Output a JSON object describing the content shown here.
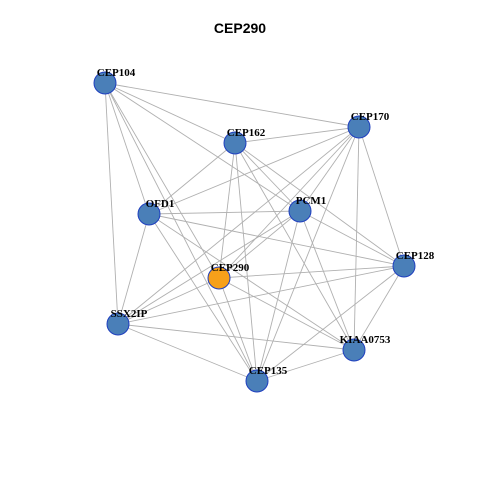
{
  "title": "CEP290",
  "colors": {
    "node_fill": "#4a7fb8",
    "highlight_fill": "#f6a01a",
    "node_stroke": "#1f3fbf",
    "edge": "#b0b0b0"
  },
  "nodes": [
    {
      "id": "CEP104",
      "label": "CEP104",
      "highlight": false
    },
    {
      "id": "CEP162",
      "label": "CEP162",
      "highlight": false
    },
    {
      "id": "CEP170",
      "label": "CEP170",
      "highlight": false
    },
    {
      "id": "OFD1",
      "label": "OFD1",
      "highlight": false
    },
    {
      "id": "PCM1",
      "label": "PCM1",
      "highlight": false
    },
    {
      "id": "CEP290",
      "label": "CEP290",
      "highlight": true
    },
    {
      "id": "CEP128",
      "label": "CEP128",
      "highlight": false
    },
    {
      "id": "SSX2IP",
      "label": "SSX2IP",
      "highlight": false
    },
    {
      "id": "KIAA0753",
      "label": "KIAA0753",
      "highlight": false
    },
    {
      "id": "CEP135",
      "label": "CEP135",
      "highlight": false
    }
  ],
  "edges": [
    [
      "CEP104",
      "CEP170"
    ],
    [
      "CEP104",
      "CEP162"
    ],
    [
      "CEP104",
      "OFD1"
    ],
    [
      "CEP104",
      "PCM1"
    ],
    [
      "CEP104",
      "CEP290"
    ],
    [
      "CEP104",
      "SSX2IP"
    ],
    [
      "CEP104",
      "CEP135"
    ],
    [
      "CEP162",
      "CEP170"
    ],
    [
      "CEP162",
      "OFD1"
    ],
    [
      "CEP162",
      "PCM1"
    ],
    [
      "CEP162",
      "CEP290"
    ],
    [
      "CEP162",
      "CEP128"
    ],
    [
      "CEP162",
      "KIAA0753"
    ],
    [
      "CEP162",
      "CEP135"
    ],
    [
      "CEP170",
      "OFD1"
    ],
    [
      "CEP170",
      "PCM1"
    ],
    [
      "CEP170",
      "CEP290"
    ],
    [
      "CEP170",
      "CEP128"
    ],
    [
      "CEP170",
      "SSX2IP"
    ],
    [
      "CEP170",
      "KIAA0753"
    ],
    [
      "CEP170",
      "CEP135"
    ],
    [
      "OFD1",
      "PCM1"
    ],
    [
      "OFD1",
      "CEP128"
    ],
    [
      "OFD1",
      "SSX2IP"
    ],
    [
      "OFD1",
      "KIAA0753"
    ],
    [
      "OFD1",
      "CEP135"
    ],
    [
      "PCM1",
      "CEP290"
    ],
    [
      "PCM1",
      "CEP128"
    ],
    [
      "PCM1",
      "SSX2IP"
    ],
    [
      "PCM1",
      "KIAA0753"
    ],
    [
      "PCM1",
      "CEP135"
    ],
    [
      "CEP290",
      "CEP128"
    ],
    [
      "CEP290",
      "KIAA0753"
    ],
    [
      "CEP290",
      "SSX2IP"
    ],
    [
      "CEP290",
      "CEP135"
    ],
    [
      "CEP128",
      "SSX2IP"
    ],
    [
      "CEP128",
      "KIAA0753"
    ],
    [
      "CEP128",
      "CEP135"
    ],
    [
      "SSX2IP",
      "KIAA0753"
    ],
    [
      "SSX2IP",
      "CEP135"
    ],
    [
      "KIAA0753",
      "CEP135"
    ]
  ]
}
